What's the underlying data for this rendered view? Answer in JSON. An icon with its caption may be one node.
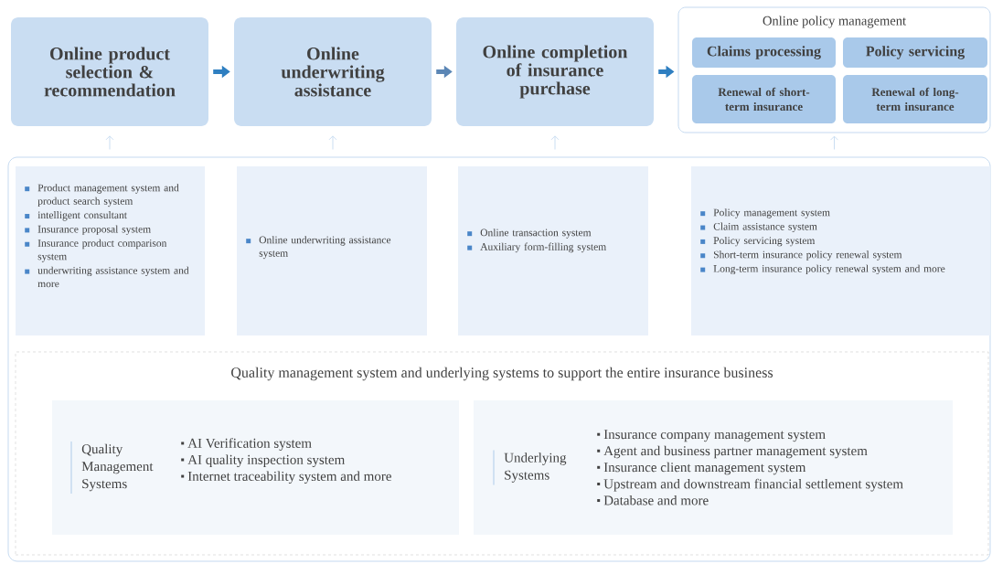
{
  "diagram": {
    "nodes": [
      {
        "text": [
          "Online product selection & recommendation"
        ]
      },
      {
        "text": [
          "Online underwriting assistance"
        ]
      },
      {
        "text": [
          "Online completion of insurance purchase"
        ]
      },
      {
        "text": [
          "Online policy management"
        ]
      },
      {
        "text": [
          "Claims processing"
        ],
        "in": 3
      },
      {
        "text": [
          "Policy servicing"
        ],
        "in": 3
      },
      {
        "text": [
          "Renewal of short-term insurance"
        ],
        "in": 3
      },
      {
        "text": [
          "Renewal of long-term insurance"
        ],
        "in": 3
      },
      {
        "text": [],
        "shape": "box"
      },
      {
        "text": [
          "Product management system and product search system",
          "intelligent consultant",
          "Insurance proposal system",
          "Insurance product comparison system",
          "underwriting assistance system and more"
        ],
        "in": 8
      },
      {
        "text": [
          "Online underwriting assistance system"
        ],
        "in": 8
      },
      {
        "text": [
          "Online transaction system",
          "Auxiliary form-filling system"
        ],
        "in": 8
      },
      {
        "text": [
          "Policy management system",
          "Claim assistance system",
          "Policy servicing system",
          "Short-term insurance policy renewal system",
          "Long-term insurance policy renewal system and more"
        ],
        "in": 8
      },
      {
        "text": [
          "Quality management system and underlying systems to support the entire insurance business"
        ],
        "in": 8
      },
      {
        "text": [
          "Quality Management Systems",
          "AI Verification system",
          "AI quality inspection system",
          "Internet traceability system and more"
        ],
        "in": 13
      },
      {
        "text": [
          "Underlying Systems",
          "Insurance company management system",
          "Agent and business partner management system",
          "Insurance client management system",
          "Upstream and downstream financial settlement system",
          "Database and more"
        ],
        "in": 13
      }
    ],
    "edges": [
      {
        "from": 0,
        "to": 1,
        "arrow": "to",
        "style": "thick",
        "color": "#2f7fc1"
      },
      {
        "from": 1,
        "to": 2,
        "arrow": "to",
        "style": "thick",
        "color": "#5b86b5"
      },
      {
        "from": 2,
        "to": 3,
        "arrow": "to",
        "style": "thick",
        "color": "#2f7fc1"
      },
      {
        "from": 8,
        "to": 0,
        "arrow": "to"
      },
      {
        "from": 8,
        "to": 1,
        "arrow": "to"
      },
      {
        "from": 8,
        "to": 2,
        "arrow": "to"
      },
      {
        "from": 8,
        "to": 3,
        "arrow": "to"
      }
    ]
  }
}
